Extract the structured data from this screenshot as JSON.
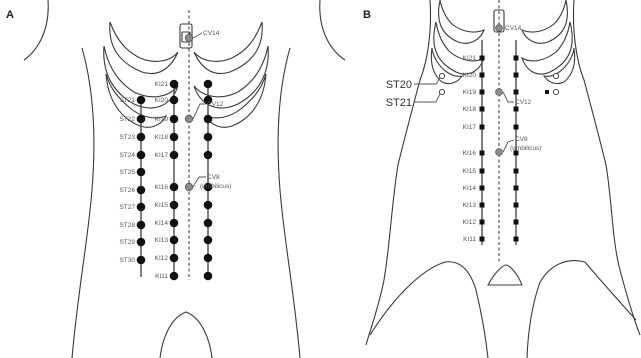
{
  "panels": [
    {
      "letter": "A",
      "stomach_labels": [
        "ST21",
        "ST22",
        "ST23",
        "ST24",
        "ST25",
        "ST26",
        "ST27",
        "ST28",
        "ST29",
        "ST30"
      ],
      "kidney_labels": [
        "KI21",
        "KI20",
        "KI19",
        "KI18",
        "KI17",
        "KI16",
        "KI15",
        "KI14",
        "KI13",
        "KI12",
        "KI11"
      ],
      "cv14_label": "CV14",
      "cv12_label": "CV12",
      "cv8_label": "CV8",
      "umbilicus_label": "(umbilicus)"
    },
    {
      "letter": "B",
      "st20_label": "ST20",
      "st21_label": "ST21",
      "kidney_labels": [
        "KI21",
        "KI20",
        "KI19",
        "KI18",
        "KI17",
        "KI16",
        "KI15",
        "KI14",
        "KI13",
        "KI12",
        "KI11"
      ],
      "cv14_label": "CV14",
      "cv12_label": "CV12",
      "cv8_label": "CV8",
      "umbilicus_label": "(umbilicus)"
    }
  ]
}
